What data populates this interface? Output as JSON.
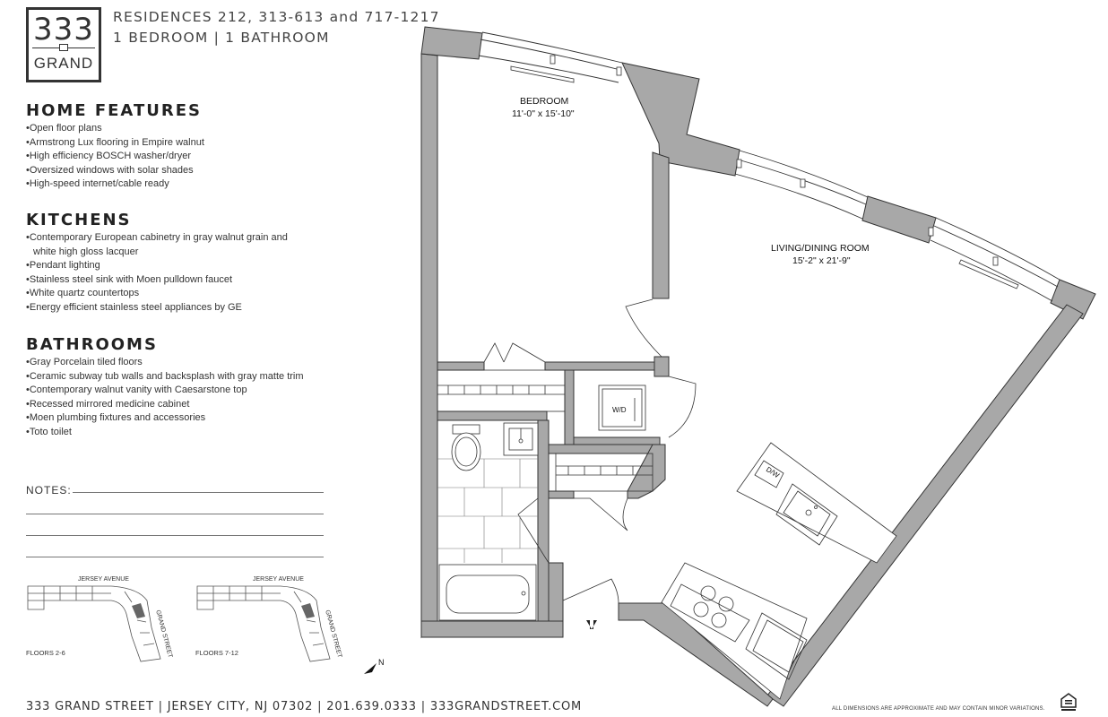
{
  "logo": {
    "number": "333",
    "word": "GRAND"
  },
  "header": {
    "residences": "RESIDENCES 212, 313-613 and 717-1217",
    "unit_type": "1 BEDROOM | 1 BATHROOM"
  },
  "home_features": {
    "title": "HOME FEATURES",
    "items": [
      "Open floor plans",
      "Armstrong Lux flooring in Empire walnut",
      "High efficiency BOSCH washer/dryer",
      "Oversized windows with solar shades",
      "High-speed internet/cable ready"
    ]
  },
  "kitchens": {
    "title": "KITCHENS",
    "items": [
      "Contemporary European cabinetry in gray walnut grain and white high gloss lacquer",
      "Pendant lighting",
      "Stainless steel sink with Moen pulldown faucet",
      "White quartz countertops",
      "Energy efficient stainless steel appliances by GE"
    ]
  },
  "bathrooms": {
    "title": "BATHROOMS",
    "items": [
      "Gray Porcelain tiled floors",
      "Ceramic subway tub walls and backsplash with gray matte trim",
      "Contemporary walnut vanity with Caesarstone top",
      "Recessed mirrored medicine cabinet",
      "Moen plumbing fixtures and accessories",
      "Toto toilet"
    ]
  },
  "notes": {
    "label": "NOTES:"
  },
  "keyplans": [
    {
      "caption": "FLOORS 2-6",
      "street_top": "JERSEY AVENUE",
      "street_side": "GRAND STREET"
    },
    {
      "caption": "FLOORS 7-12",
      "street_top": "JERSEY AVENUE",
      "street_side": "GRAND STREET"
    }
  ],
  "plan": {
    "bedroom": {
      "name": "BEDROOM",
      "dims": "11'-0\" x 15'-10\""
    },
    "living": {
      "name": "LIVING/DINING ROOM",
      "dims": "15'-2\" x 21'-9\""
    },
    "wd": "W/D",
    "dw": "D/W",
    "north": "N"
  },
  "footer": {
    "address": "333 GRAND STREET  |  JERSEY CITY, NJ 07302  |  201.639.0333  |  333GRANDSTREET.COM"
  },
  "disclaimer": "ALL DIMENSIONS ARE APPROXIMATE AND MAY CONTAIN MINOR VARIATIONS."
}
